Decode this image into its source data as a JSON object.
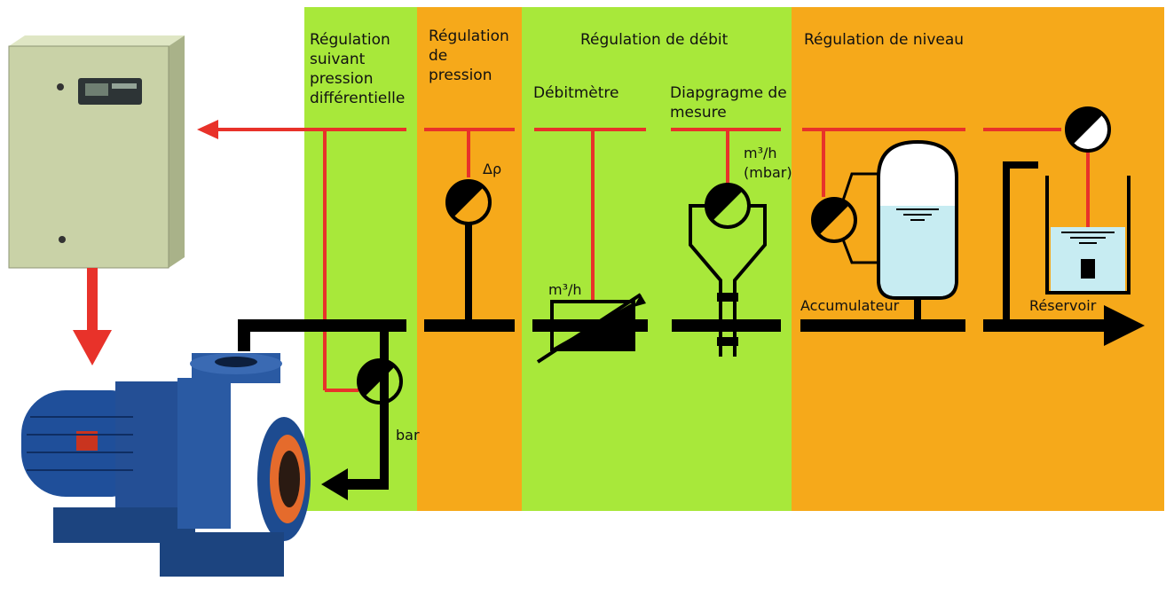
{
  "sections": [
    {
      "title_lines": [
        "Régulation",
        "suivant",
        "pression",
        "différentielle"
      ],
      "color": "#a8e83a"
    },
    {
      "title_lines": [
        "Régulation",
        "de",
        "pression"
      ],
      "color": "#f6a91a"
    },
    {
      "title_lines": [
        "Régulation de débit"
      ],
      "color": "#a8e83a"
    },
    {
      "title_lines": [
        "Régulation de niveau"
      ],
      "color": "#f6a91a"
    }
  ],
  "labels": {
    "debitmetre": "Débitmètre",
    "diaphragme_1": "Diapgragme de",
    "diaphragme_2": "mesure",
    "delta_p": "Δρ",
    "m3h_flowmeter": "m³/h",
    "m3h_orifice": "m³/h",
    "mbar": "(mbar)",
    "accumulateur": "Accumulateur",
    "reservoir": "Réservoir",
    "bar": "bar"
  },
  "colors": {
    "signal_line": "#e8322a",
    "pipe": "#000000",
    "control_box": "#c9d2a7",
    "pump_body": "#1f4f9a"
  },
  "icons": [
    "control-cabinet",
    "centrifugal-pump",
    "pressure-sensor",
    "flow-meter",
    "orifice-plate",
    "accumulator-tank",
    "reservoir-tank"
  ]
}
